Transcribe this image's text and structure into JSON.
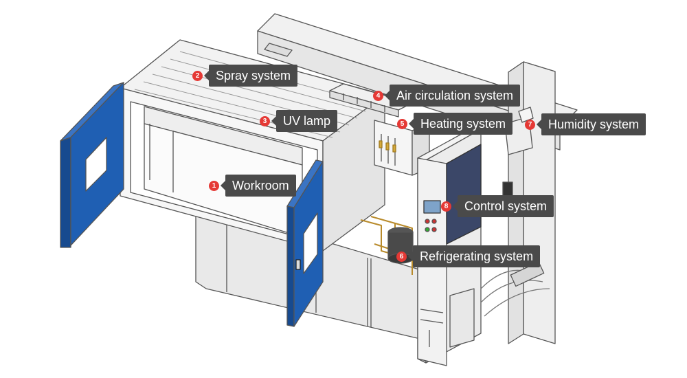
{
  "labels": [
    {
      "num": "1",
      "text": "Workroom"
    },
    {
      "num": "2",
      "text": "Spray system"
    },
    {
      "num": "3",
      "text": "UV lamp"
    },
    {
      "num": "4",
      "text": "Air circulation system"
    },
    {
      "num": "5",
      "text": "Heating system"
    },
    {
      "num": "6",
      "text": "Refrigerating system"
    },
    {
      "num": "7",
      "text": "Humidity system"
    },
    {
      "num": "8",
      "text": "Control system"
    }
  ],
  "colors": {
    "door_blue": "#1f5fb3",
    "outline": "#555555",
    "panel": "#e8e8e8",
    "badge_red": "#e53935",
    "tag_bg": "#4a4a4a"
  }
}
